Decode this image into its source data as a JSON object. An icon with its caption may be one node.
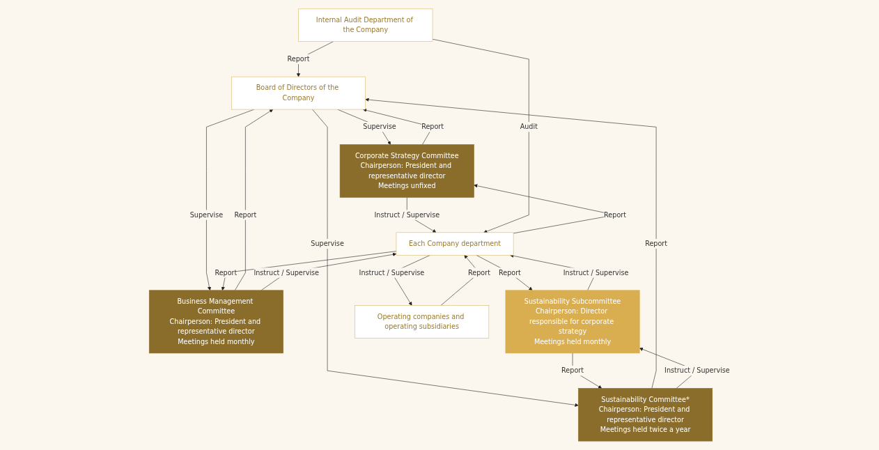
{
  "diagram": {
    "nodes": [
      {
        "text": [
          "Board of Directors of the Company"
        ]
      },
      {
        "text": [
          "Corporate Strategy Committee",
          "Chairperson: President and representative director",
          "Meetings unfixed"
        ]
      },
      {
        "text": [
          "Business Management Committee",
          "Chairperson: President and representative director",
          "Meetings held monthly"
        ]
      },
      {
        "text": [
          "Sustainability Committee*",
          "Chairperson: President and representative director",
          "Meetings held twice a year"
        ]
      },
      {
        "text": [
          "Sustainability Subcommittee",
          "Chairperson: Director responsible for corporate strategy",
          "Meetings held monthly"
        ]
      },
      {
        "text": [
          "Each Company department"
        ]
      },
      {
        "text": [
          "Internal Audit Department of the Company"
        ]
      },
      {
        "text": [
          "Operating companies and operating subsidiaries"
        ]
      }
    ],
    "edges": [
      {
        "from": 0,
        "to": 1,
        "arrow": "to",
        "label": "Supervise"
      },
      {
        "from": 1,
        "to": 0,
        "arrow": "to",
        "label": "Report"
      },
      {
        "from": 0,
        "to": 2,
        "arrow": "to",
        "label": "Supervise"
      },
      {
        "from": 2,
        "to": 0,
        "arrow": "to",
        "label": "Report"
      },
      {
        "from": 0,
        "to": 3,
        "arrow": "to",
        "label": "Supervise"
      },
      {
        "from": 3,
        "to": 0,
        "arrow": "to",
        "label": "Report"
      },
      {
        "from": 6,
        "to": 0,
        "arrow": "to",
        "label": "Report"
      },
      {
        "from": 3,
        "to": 4,
        "arrow": "to",
        "label": "Instruct / Supervise"
      },
      {
        "from": 4,
        "to": 3,
        "arrow": "to",
        "label": "Report"
      },
      {
        "from": 1,
        "to": 5,
        "arrow": "to",
        "label": "Instruct / Supervise"
      },
      {
        "from": 5,
        "to": 1,
        "arrow": "to",
        "label": "Report"
      },
      {
        "from": 2,
        "to": 5,
        "arrow": "to",
        "label": "Instruct / Supervise"
      },
      {
        "from": 5,
        "to": 2,
        "arrow": "to",
        "label": "Report"
      },
      {
        "from": 4,
        "to": 5,
        "arrow": "to",
        "label": "Instruct / Supervise"
      },
      {
        "from": 5,
        "to": 4,
        "arrow": "to",
        "label": "Report"
      },
      {
        "from": 6,
        "to": 5,
        "arrow": "to",
        "label": "Audit"
      },
      {
        "from": 5,
        "to": 7,
        "arrow": "to",
        "label": "Instruct / Supervise"
      },
      {
        "from": 7,
        "to": 5,
        "arrow": "to",
        "label": "Report"
      }
    ]
  }
}
